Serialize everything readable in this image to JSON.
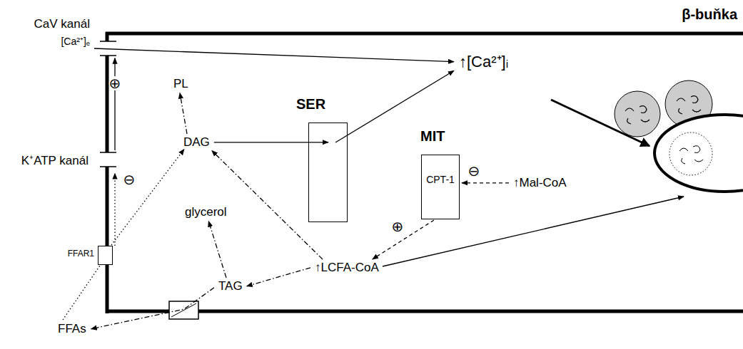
{
  "diagram": {
    "nodes": [
      {
        "text": [
          "β-buňka"
        ]
      },
      {
        "text": [
          "CaV kanál",
          "[Ca²⁺]ₑ"
        ]
      },
      {
        "text": [
          "K⁺ATP kanál"
        ]
      },
      {
        "text": [
          "FFAR1"
        ]
      },
      {
        "text": [
          "FFAs"
        ]
      },
      {
        "text": [
          "PL"
        ],
        "in": 0
      },
      {
        "text": [
          "DAG"
        ],
        "in": 0
      },
      {
        "text": [
          "↑[Ca²⁺]ᵢ"
        ],
        "in": 0
      },
      {
        "text": [
          "SER"
        ],
        "in": 0
      },
      {
        "text": [
          "MIT",
          "CPT-1"
        ],
        "in": 0
      },
      {
        "text": [
          "↑Mal-CoA"
        ],
        "in": 0
      },
      {
        "text": [
          "glycerol"
        ],
        "in": 0
      },
      {
        "text": [
          "TAG"
        ],
        "in": 0
      },
      {
        "text": [
          "↑LCFA-CoA"
        ],
        "in": 0
      }
    ],
    "edges": [
      {
        "from": 1,
        "to": 7,
        "arrow": "to"
      },
      {
        "from": 2,
        "to": 1,
        "arrow": "to",
        "label": "⊕"
      },
      {
        "from": 3,
        "to": 2,
        "arrow": "to",
        "label": "⊖"
      },
      {
        "from": 4,
        "to": 3,
        "arrow": "none"
      },
      {
        "from": 3,
        "to": 6,
        "arrow": "to"
      },
      {
        "from": 6,
        "to": 5,
        "arrow": "to"
      },
      {
        "from": 6,
        "to": 8,
        "arrow": "to"
      },
      {
        "from": 8,
        "to": 7,
        "arrow": "to"
      },
      {
        "from": 10,
        "to": 9,
        "arrow": "to",
        "label": "⊖"
      },
      {
        "from": 9,
        "to": 13,
        "arrow": "to",
        "label": "⊕"
      },
      {
        "from": 13,
        "to": 6,
        "arrow": "to"
      },
      {
        "from": 13,
        "to": 12,
        "arrow": "to"
      },
      {
        "from": 12,
        "to": 11,
        "arrow": "to"
      },
      {
        "from": 12,
        "to": 4,
        "arrow": "to"
      }
    ]
  }
}
